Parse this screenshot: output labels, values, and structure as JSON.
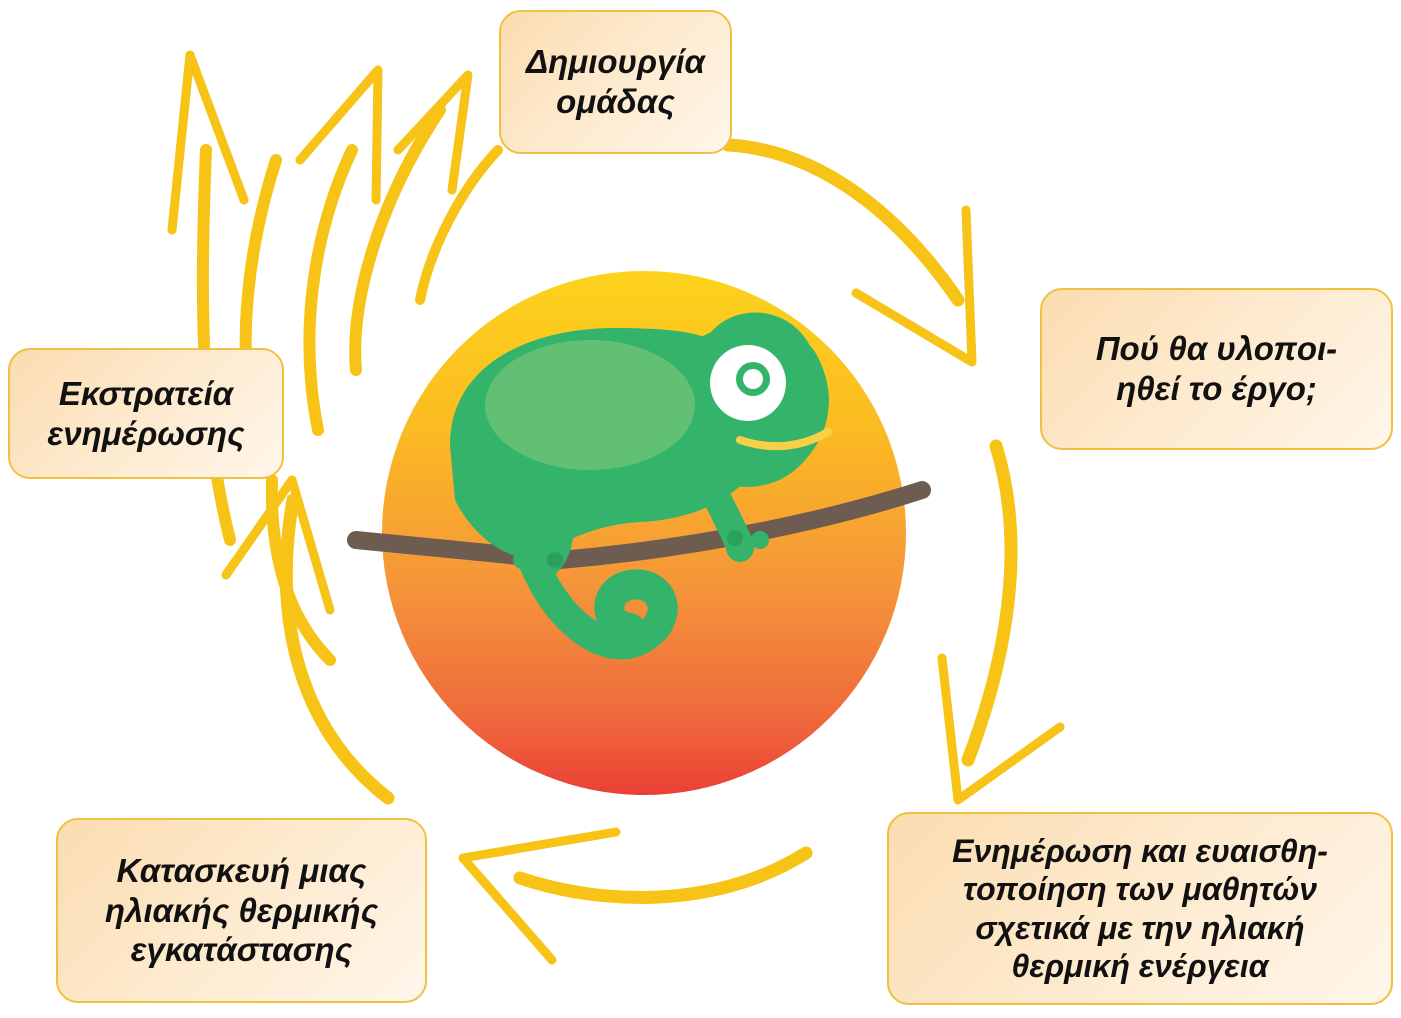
{
  "diagram": {
    "steps": [
      {
        "id": "team",
        "text": "Δημιουργία\nομάδας"
      },
      {
        "id": "where",
        "text": "Πού θα υλοποι-\nηθεί το έργο;"
      },
      {
        "id": "inform",
        "text": "Ενημέρωση και ευαισθη-\nτοποίηση των μαθητών\nσχετικά με την ηλιακή\nθερμική ενέργεια"
      },
      {
        "id": "build",
        "text": "Κατασκευή μιας\nηλιακής θερμικής\nεγκατάστασης"
      },
      {
        "id": "campaign",
        "text": "Εκστρατεία\nενημέρωσης"
      }
    ],
    "center_image": "chameleon-on-branch-over-sun",
    "colors": {
      "arrows": "#f7c316",
      "sun_top": "#fdd31c",
      "sun_bottom": "#eb3f36",
      "chameleon": "#34b36a",
      "chameleon_light": "#62c074",
      "branch": "#6e5c50",
      "box_border": "#f0c040",
      "box_fill": "#fde9cc"
    }
  }
}
